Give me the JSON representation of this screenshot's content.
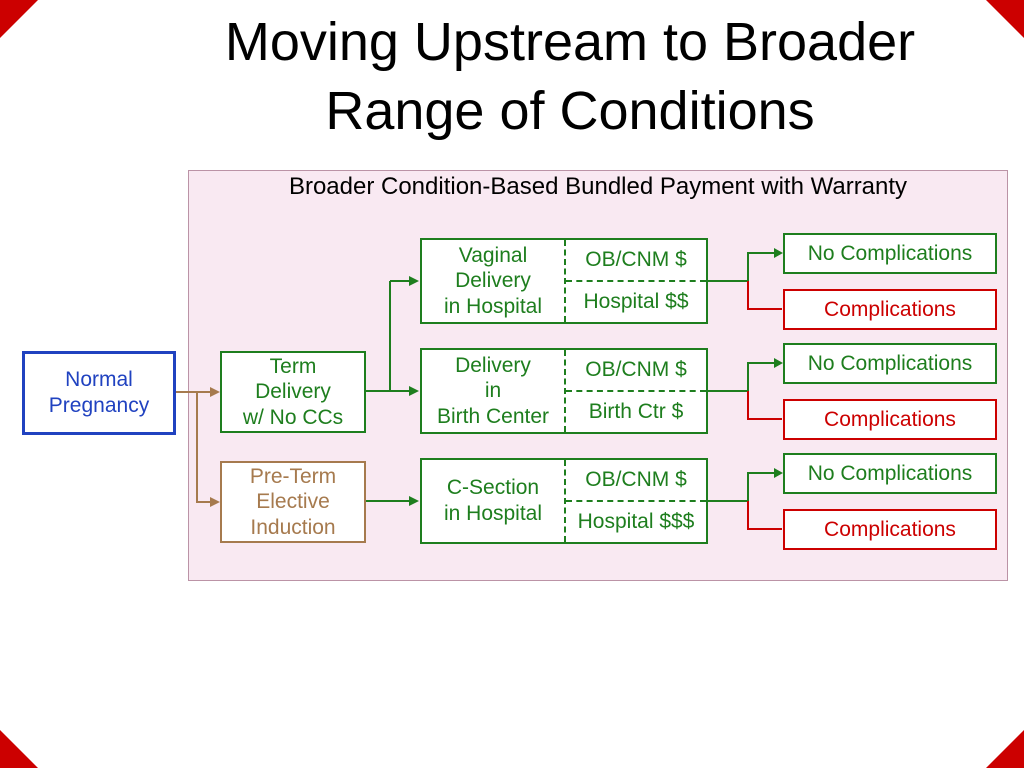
{
  "slide": {
    "title": "Moving Upstream to Broader\nRange of Conditions",
    "panel_title": "Broader Condition-Based Bundled Payment with Warranty"
  },
  "nodes": {
    "normal_pregnancy": {
      "label": "Normal\nPregnancy"
    },
    "term_delivery": {
      "label": "Term\nDelivery\nw/ No CCs"
    },
    "preterm_induction": {
      "label": "Pre-Term\nElective\nInduction"
    }
  },
  "delivery_options": [
    {
      "label": "Vaginal\nDelivery\nin Hospital",
      "payments": [
        "OB/CNM $",
        "Hospital $$"
      ],
      "outcomes": [
        "No Complications",
        "Complications"
      ]
    },
    {
      "label": "Delivery\nin\nBirth Center",
      "payments": [
        "OB/CNM $",
        "Birth Ctr $"
      ],
      "outcomes": [
        "No Complications",
        "Complications"
      ]
    },
    {
      "label": "C-Section\nin Hospital",
      "payments": [
        "OB/CNM $",
        "Hospital $$$"
      ],
      "outcomes": [
        "No Complications",
        "Complications"
      ]
    }
  ],
  "colors": {
    "green": "#1e7e1e",
    "red": "#cc0000",
    "blue": "#2042c0",
    "brown": "#a67a4e",
    "pink_bg": "#f9e9f2",
    "pink_border": "#bb93a6",
    "corner_red": "#cc0000"
  }
}
